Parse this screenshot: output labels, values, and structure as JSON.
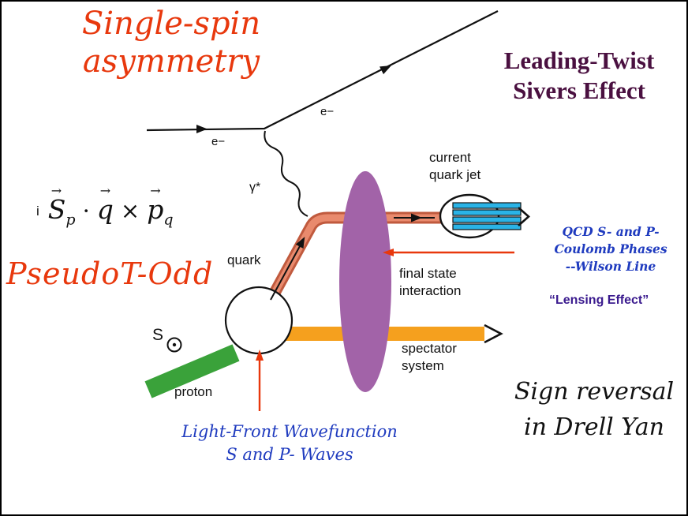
{
  "slide": {
    "title": {
      "line1": "Single-spin",
      "line2": "asymmetry"
    },
    "heading": {
      "line1": "Leading-Twist",
      "line2": "Sivers Effect"
    }
  },
  "formula": {
    "prefix": "i",
    "arrow": "→",
    "s": "S",
    "s_sub": "p",
    "dot": "·",
    "q": "q",
    "cross": "×",
    "p": "p",
    "p_sub": "q"
  },
  "labels": {
    "pseudo_t_odd": "PseudoT-Odd",
    "electron_in": "e−",
    "electron_out": "e−",
    "photon": "γ*",
    "quark": "quark",
    "proton": "proton",
    "spin": "S",
    "current_quark_jet": {
      "line1": "current",
      "line2": "quark jet"
    },
    "final_state_interaction": {
      "line1": "final state",
      "line2": "interaction"
    },
    "spectator_system": {
      "line1": "spectator",
      "line2": "system"
    }
  },
  "annotations": {
    "qcd": {
      "line1": "QCD S- and P-",
      "line2": "Coulomb Phases",
      "line3": "--Wilson Line"
    },
    "lensing": "“Lensing Effect”",
    "lfwf": {
      "line1": "Light-Front Wavefunction",
      "line2": "S and P- Waves"
    },
    "sign_reversal": {
      "line1": "Sign reversal",
      "line2": "in Drell Yan"
    }
  },
  "colors": {
    "script_red": "#e8380d",
    "heading_purple": "#4a1040",
    "blue": "#1f3bbf",
    "lensing_purple": "#3a1a8e",
    "green_band": "#3aa23a",
    "orange_band": "#f5a01e",
    "salmon_outer": "#c05a3e",
    "salmon_inner": "#e98a6d",
    "purple_ellipse": "#a263a8",
    "jet_blue": "#2ab3e6",
    "arrow_red": "#e8380d",
    "line_black": "#111111"
  }
}
